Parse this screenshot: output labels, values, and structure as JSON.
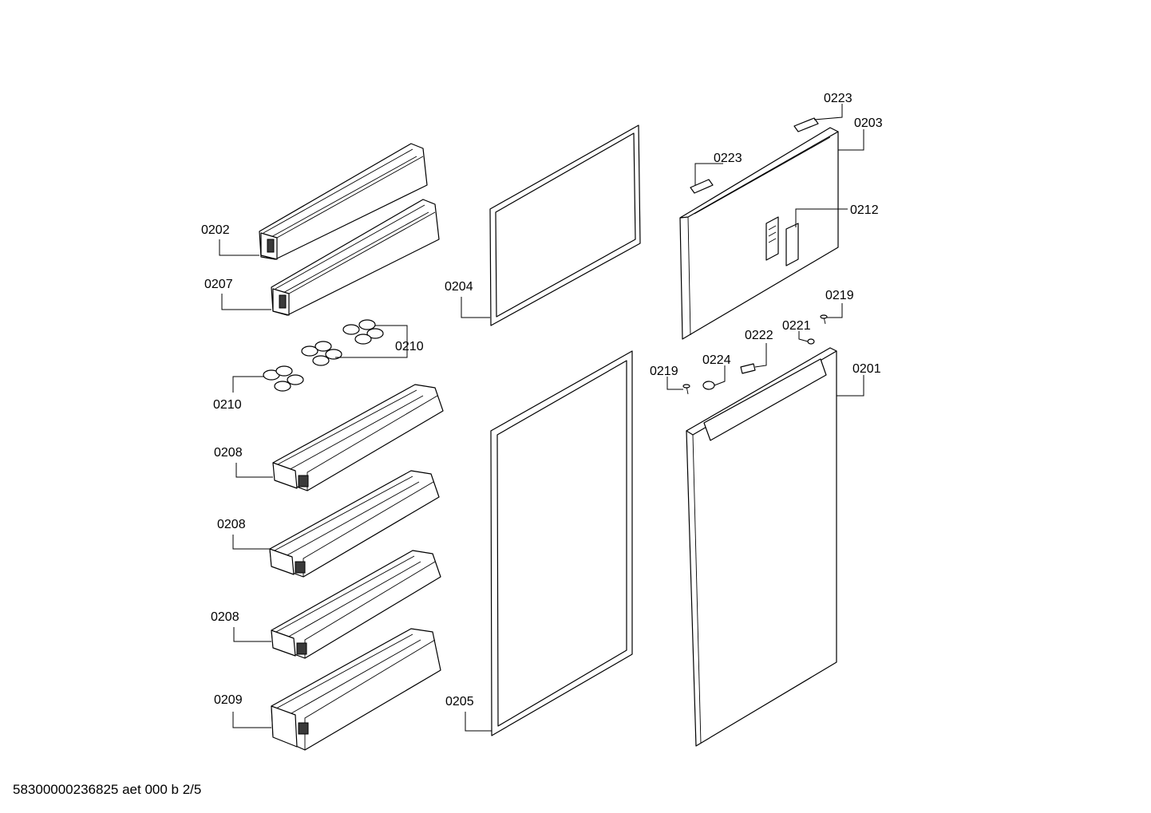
{
  "labels": {
    "l0202": "0202",
    "l0207": "0207",
    "l0210a": "0210",
    "l0210b": "0210",
    "l0208a": "0208",
    "l0208b": "0208",
    "l0208c": "0208",
    "l0209": "0209",
    "l0204": "0204",
    "l0205": "0205",
    "l0223a": "0223",
    "l0223b": "0223",
    "l0203": "0203",
    "l0212": "0212",
    "l0219a": "0219",
    "l0219b": "0219",
    "l0221": "0221",
    "l0222": "0222",
    "l0224": "0224",
    "l0201": "0201"
  },
  "footer": "58300000236825 aet 000 b 2/5"
}
